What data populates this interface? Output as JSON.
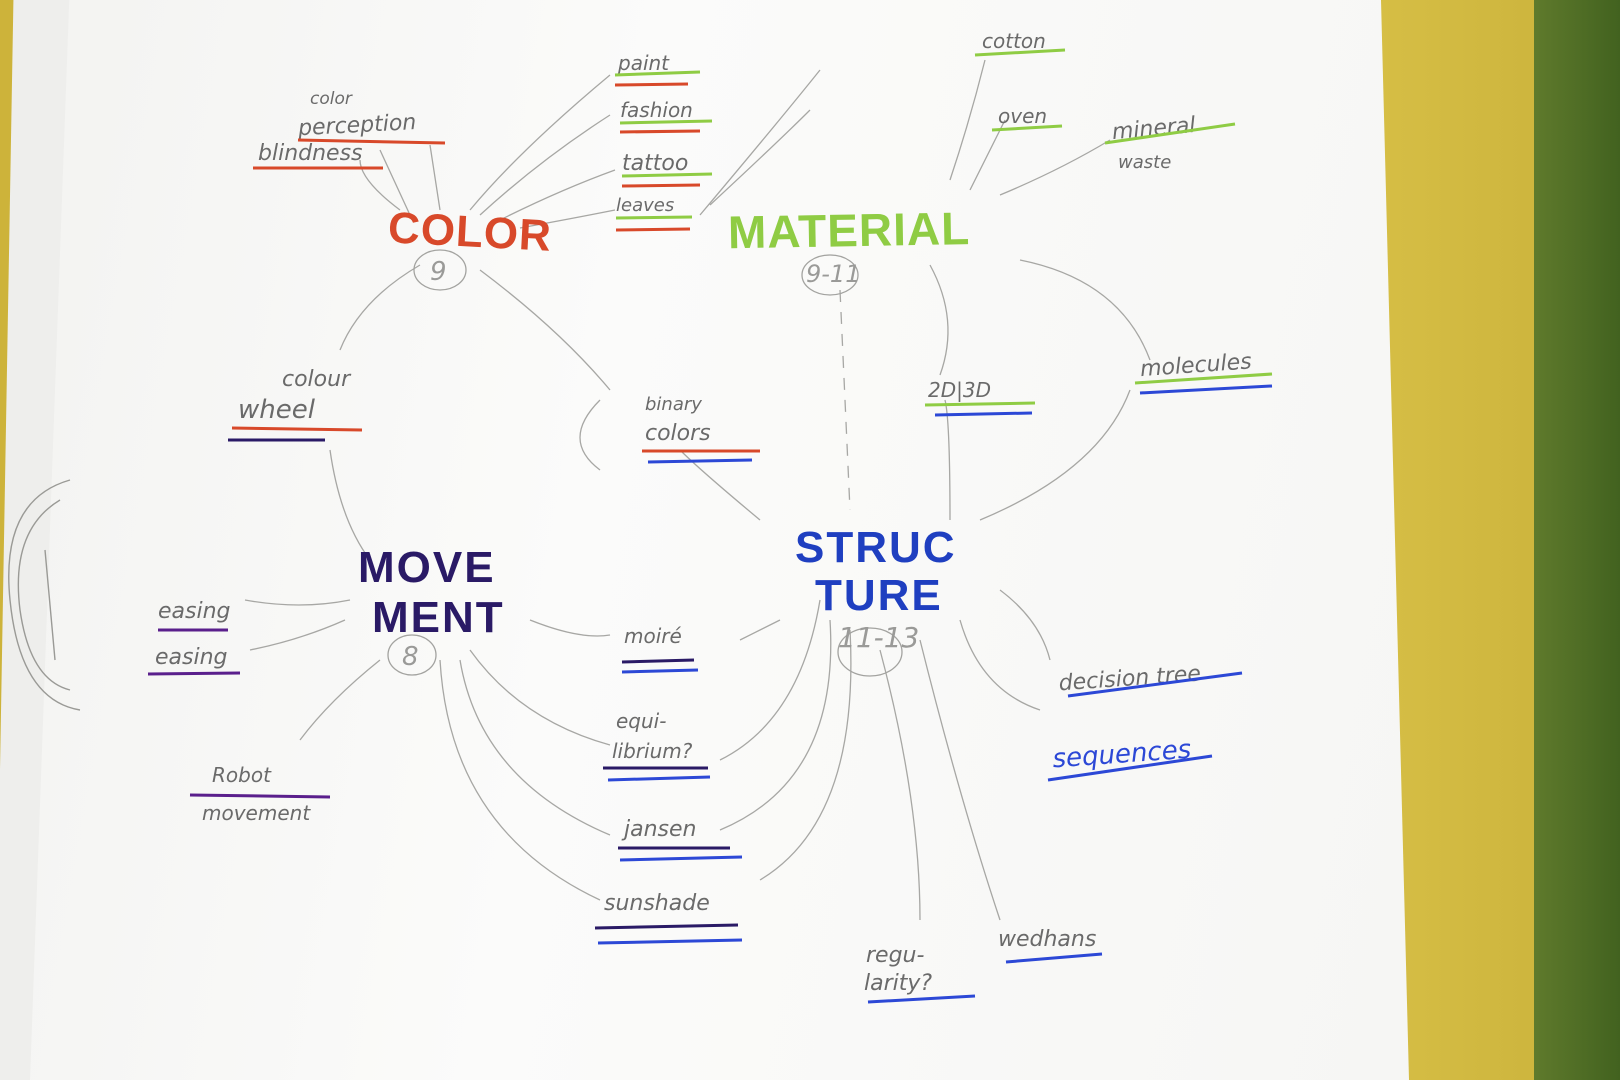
{
  "colors": {
    "color": "#d8492a",
    "material": "#8fcc44",
    "movement": "#2a1a66",
    "structure": "#1f3fc0",
    "pencil": "#8c8c8c",
    "purple_underline": "#5a1f8c",
    "blue_underline": "#2c48d6"
  },
  "hubs": {
    "color": {
      "title": "COLOR",
      "number": "9"
    },
    "material": {
      "title": "MATERIAL",
      "number": "9-11"
    },
    "movement": {
      "title_line1": "MOVE",
      "title_line2": "MENT",
      "number": "8"
    },
    "structure": {
      "title_line1": "STRUC",
      "title_line2": "TURE",
      "number": "11-13"
    }
  },
  "nodes": {
    "color_perception_line1": "color",
    "color_perception_line2": "perception",
    "blindness": "blindness",
    "paint": "paint",
    "fashion": "fashion",
    "tattoo": "tattoo",
    "leaves": "leaves",
    "cotton": "cotton",
    "oven": "oven",
    "mineral_waste_line1": "mineral",
    "mineral_waste_line2": "waste",
    "color_wheel_line1": "colour",
    "color_wheel_line2": "wheel",
    "binary_colors_line1": "binary",
    "binary_colors_line2": "colors",
    "twod_threed": "2D|3D",
    "molecules": "molecules",
    "easing_1": "easing",
    "easing_2": "easing",
    "moire": "moiré",
    "equilibrium_line1": "equi-",
    "equilibrium_line2": "librium?",
    "jansen": "jansen",
    "sunshade": "sunshade",
    "robot_movement_line1": "Robot",
    "robot_movement_line2": "movement",
    "decision_tree": "decision tree",
    "sequences": "sequences",
    "regularity_line1": "regu-",
    "regularity_line2": "larity?",
    "wedhans": "wedhans"
  }
}
